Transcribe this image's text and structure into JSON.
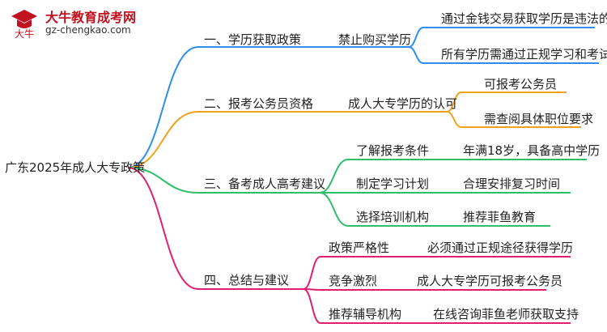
{
  "brand": {
    "logo_icon": "graduation-cap-logo-icon",
    "logo_text": "大牛",
    "name": "大牛教育成考网",
    "url": "gz-chengkao.com"
  },
  "mindmap": {
    "root": "广东2025年成人大专政策",
    "branches": [
      {
        "label": "一、学历获取政策",
        "color": "#2e8ef0",
        "children": [
          {
            "label": "禁止购买学历",
            "children": [
              {
                "label": "通过金钱交易获取学历是违法的"
              },
              {
                "label": "所有学历需通过正规学习和考试获得"
              }
            ]
          }
        ]
      },
      {
        "label": "二、报考公务员资格",
        "color": "#f0a21c",
        "children": [
          {
            "label": "成人大专学历的认可",
            "children": [
              {
                "label": "可报考公务员"
              },
              {
                "label": "需查阅具体职位要求"
              }
            ]
          }
        ]
      },
      {
        "label": "三、备考成人高考建议",
        "color": "#2fbf6b",
        "children": [
          {
            "label": "了解报考条件",
            "children": [
              {
                "label": "年满18岁，具备高中学历"
              }
            ]
          },
          {
            "label": "制定学习计划",
            "children": [
              {
                "label": "合理安排复习时间"
              }
            ]
          },
          {
            "label": "选择培训机构",
            "children": [
              {
                "label": "推荐菲鱼教育"
              }
            ]
          }
        ]
      },
      {
        "label": "四、总结与建议",
        "color": "#e0206e",
        "children": [
          {
            "label": "政策严格性",
            "children": [
              {
                "label": "必须通过正规途径获得学历"
              }
            ]
          },
          {
            "label": "竞争激烈",
            "children": [
              {
                "label": "成人大专学历可报考公务员"
              }
            ]
          },
          {
            "label": "推荐辅导机构",
            "children": [
              {
                "label": "在线咨询菲鱼老师获取支持"
              }
            ]
          }
        ]
      }
    ]
  }
}
